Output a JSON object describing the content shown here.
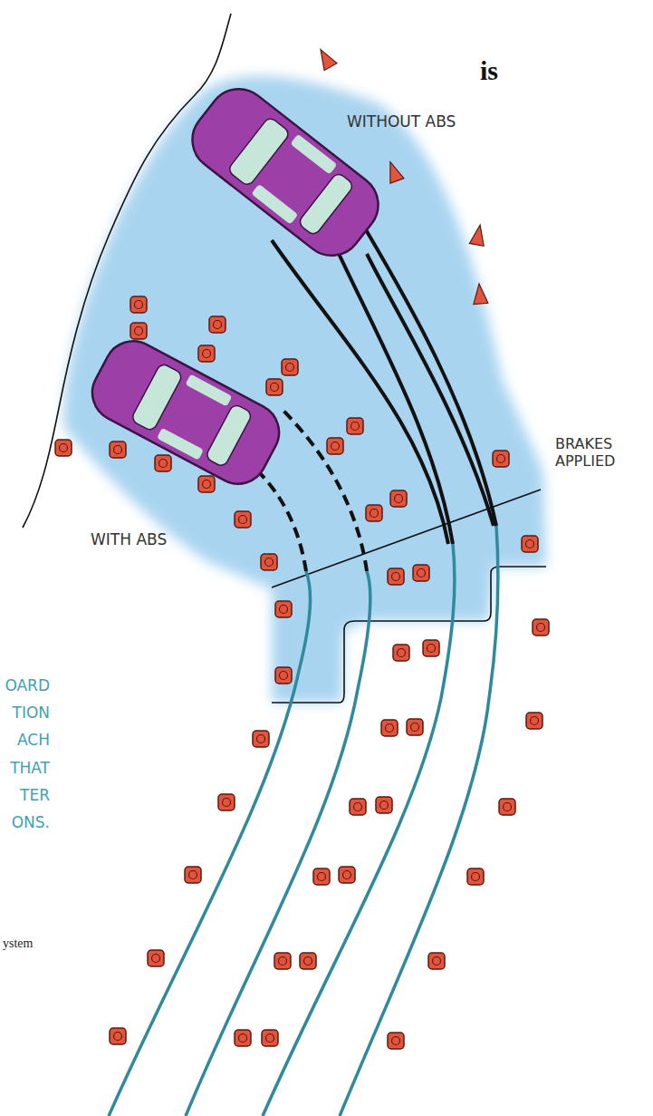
{
  "diagram": {
    "labels": [
      "is",
      "WITHOUT ABS",
      "BRAKES APPLIED",
      "WITH ABS",
      "OARD",
      "TION",
      "ACH",
      "THAT",
      "TER",
      "ONS.",
      "ystem"
    ]
  }
}
